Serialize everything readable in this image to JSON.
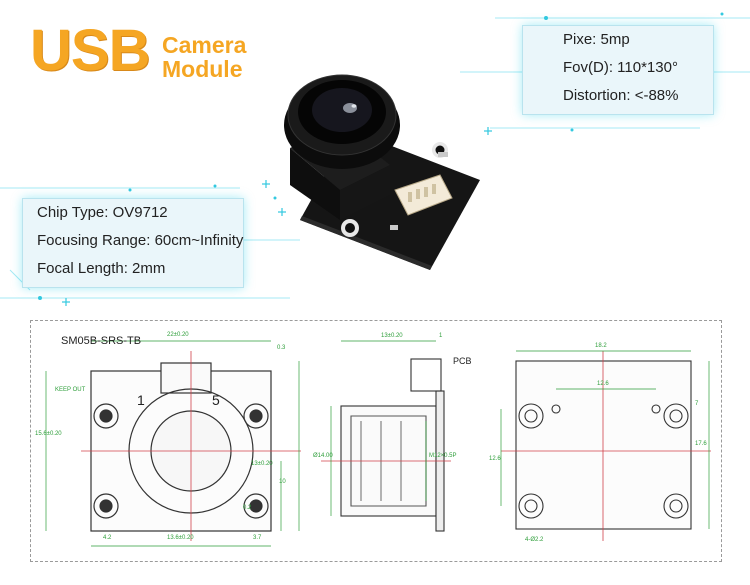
{
  "header": {
    "brand_big": "USB",
    "brand_line1": "Camera",
    "brand_line2": "Module"
  },
  "specs_right": [
    "Pixe: 5mp",
    "Fov(D): 110*130°",
    "Distortion: <-88%"
  ],
  "specs_left": [
    "Chip Type: OV9712",
    "Focusing Range: 60cm~Infinity",
    "Focal Length: 2mm"
  ],
  "drawing": {
    "connector_label": "SM05B-SRS-TB",
    "pin_first": "1",
    "pin_last": "5",
    "pcb_label": "PCB",
    "keep_out_label": "KEEP OUT",
    "dim_small": [
      "22±0.20",
      "0.3",
      "13.6±0.20",
      "3.7",
      "4.2",
      "0.2",
      "13±0.20",
      "10",
      "15.6±0.20"
    ],
    "dim_side": [
      "13±0.20",
      "1",
      "Ø14.00",
      "M12×0.5P"
    ],
    "dim_right": [
      "18.2",
      "12.6",
      "7",
      "17.6",
      "12.6",
      "4-Ø2.2"
    ]
  },
  "colors": {
    "brand": "#f5a623",
    "accent_glow": "#00c8e6",
    "dim_line": "#2e9e3a",
    "center_line": "#d0404a"
  }
}
